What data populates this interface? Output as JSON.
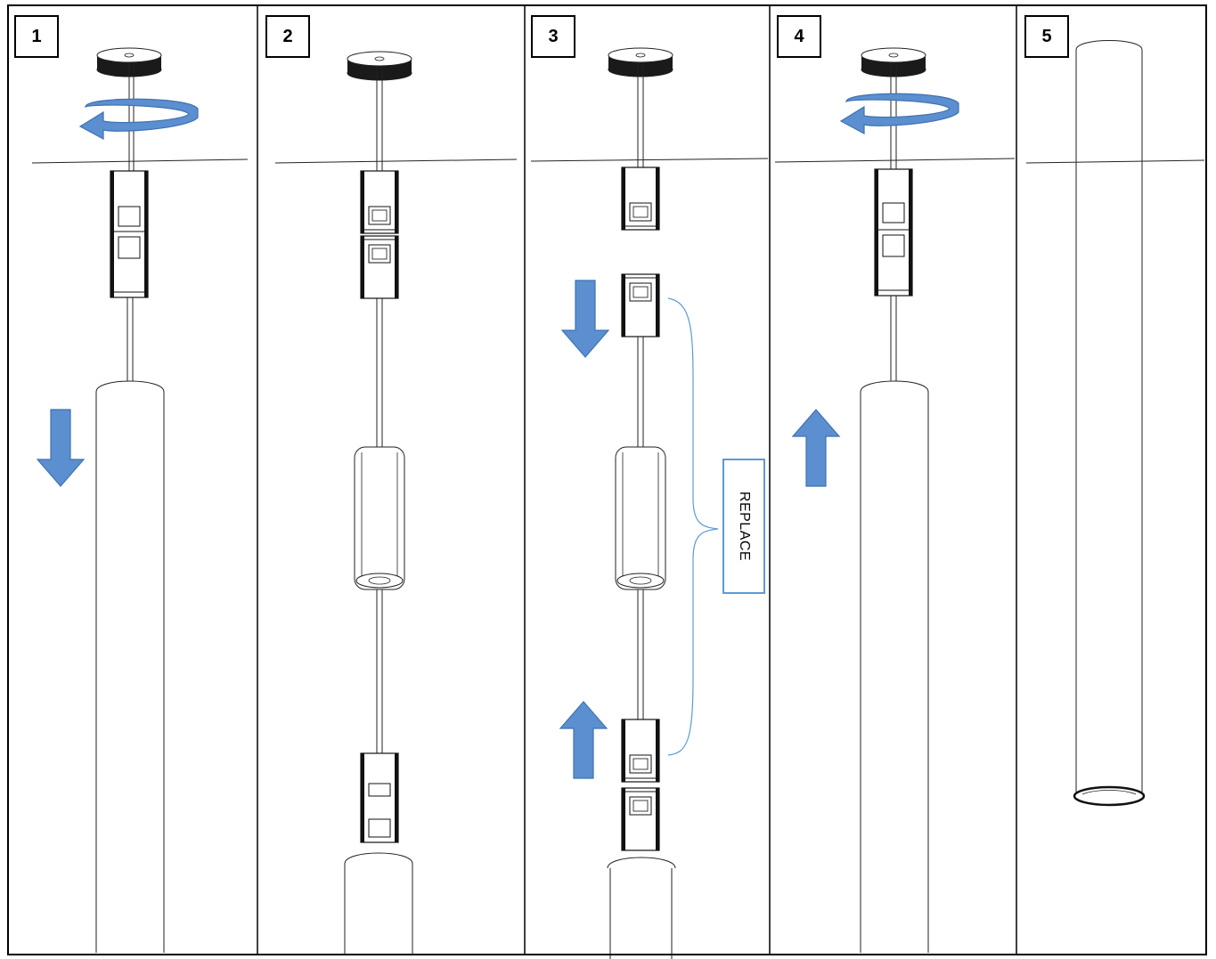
{
  "steps": [
    {
      "number": "1",
      "twist_arrow": true,
      "move_arrow": "down"
    },
    {
      "number": "2",
      "twist_arrow": false,
      "move_arrow": null
    },
    {
      "number": "3",
      "twist_arrow": false,
      "move_arrow": "down-and-up"
    },
    {
      "number": "4",
      "twist_arrow": true,
      "move_arrow": "up"
    },
    {
      "number": "5",
      "twist_arrow": false,
      "move_arrow": null
    }
  ],
  "callout": {
    "text": "REPLACE"
  },
  "colors": {
    "arrow": "#5b8fd0",
    "arrow_edge": "#3f72b0",
    "line": "#222222",
    "bracket": "#5b9bd5"
  },
  "icons": [
    "rotate-arrow-icon",
    "down-arrow-icon",
    "up-arrow-icon"
  ]
}
